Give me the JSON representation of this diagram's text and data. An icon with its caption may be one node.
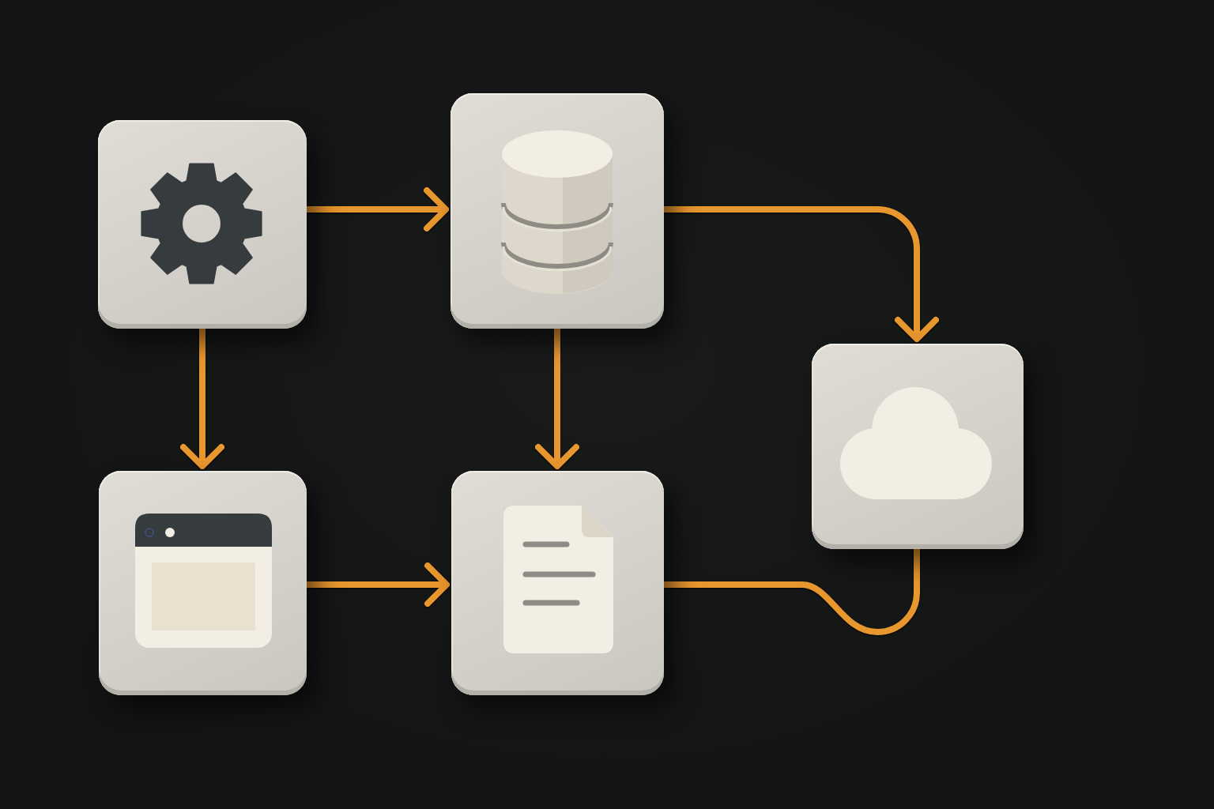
{
  "diagram": {
    "nodes": [
      {
        "text": [],
        "shape": "box"
      },
      {
        "text": [],
        "shape": "box"
      },
      {
        "text": [],
        "shape": "box"
      },
      {
        "text": [],
        "shape": "box"
      },
      {
        "text": [],
        "shape": "box"
      }
    ],
    "edges": [
      {
        "from": 0,
        "to": 1,
        "arrow": "to"
      },
      {
        "from": 1,
        "to": 2,
        "arrow": "to"
      },
      {
        "from": 0,
        "to": 3,
        "arrow": "to"
      },
      {
        "from": 1,
        "to": 4,
        "arrow": "to"
      },
      {
        "from": 3,
        "to": 4,
        "arrow": "to"
      },
      {
        "from": 4,
        "to": 2,
        "arrow": "none"
      }
    ]
  }
}
